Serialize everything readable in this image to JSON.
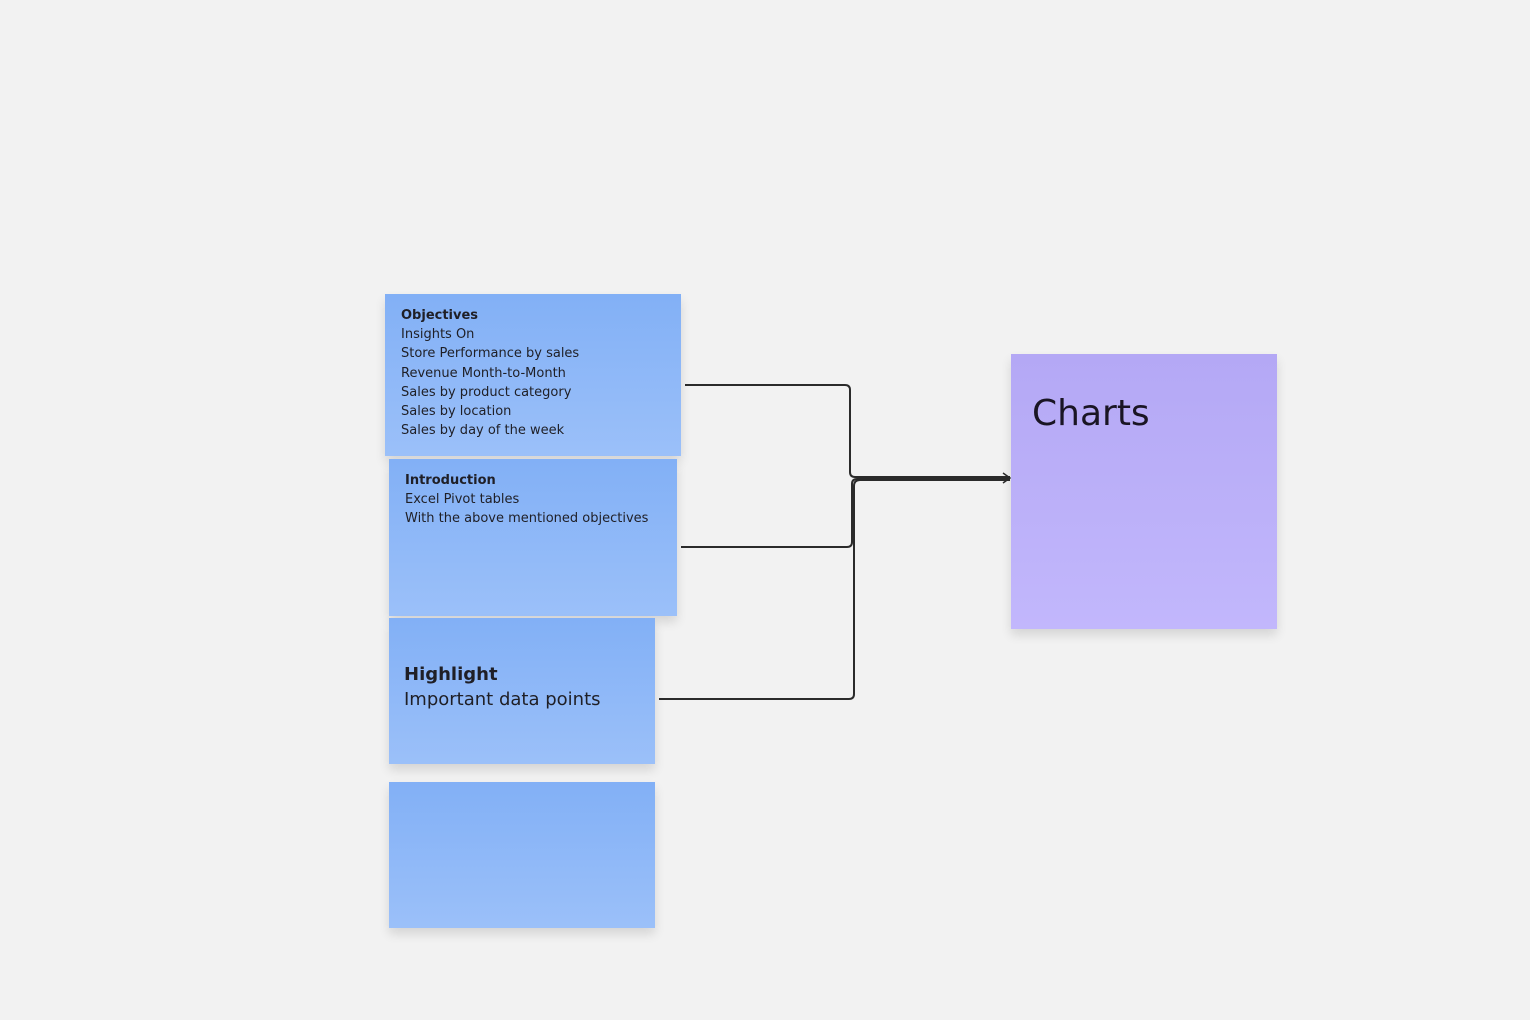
{
  "notes": {
    "objectives": {
      "title": "Objectives",
      "lines": [
        "Insights On",
        "Store Performance  by sales",
        "Revenue Month-to-Month",
        "Sales by product category",
        "Sales by location",
        "Sales by day of the week"
      ]
    },
    "introduction": {
      "title": "Introduction",
      "lines": [
        "Excel Pivot tables",
        "With the above mentioned objectives"
      ]
    },
    "highlight": {
      "title": "Highlight",
      "text": "Important data points"
    },
    "empty": {},
    "charts": {
      "title": "Charts"
    }
  },
  "colors": {
    "canvas": "#f2f2f2",
    "blue_sticky": "#82b0f6",
    "purple_sticky": "#b4a8f5",
    "connector": "#2b2b2b"
  }
}
